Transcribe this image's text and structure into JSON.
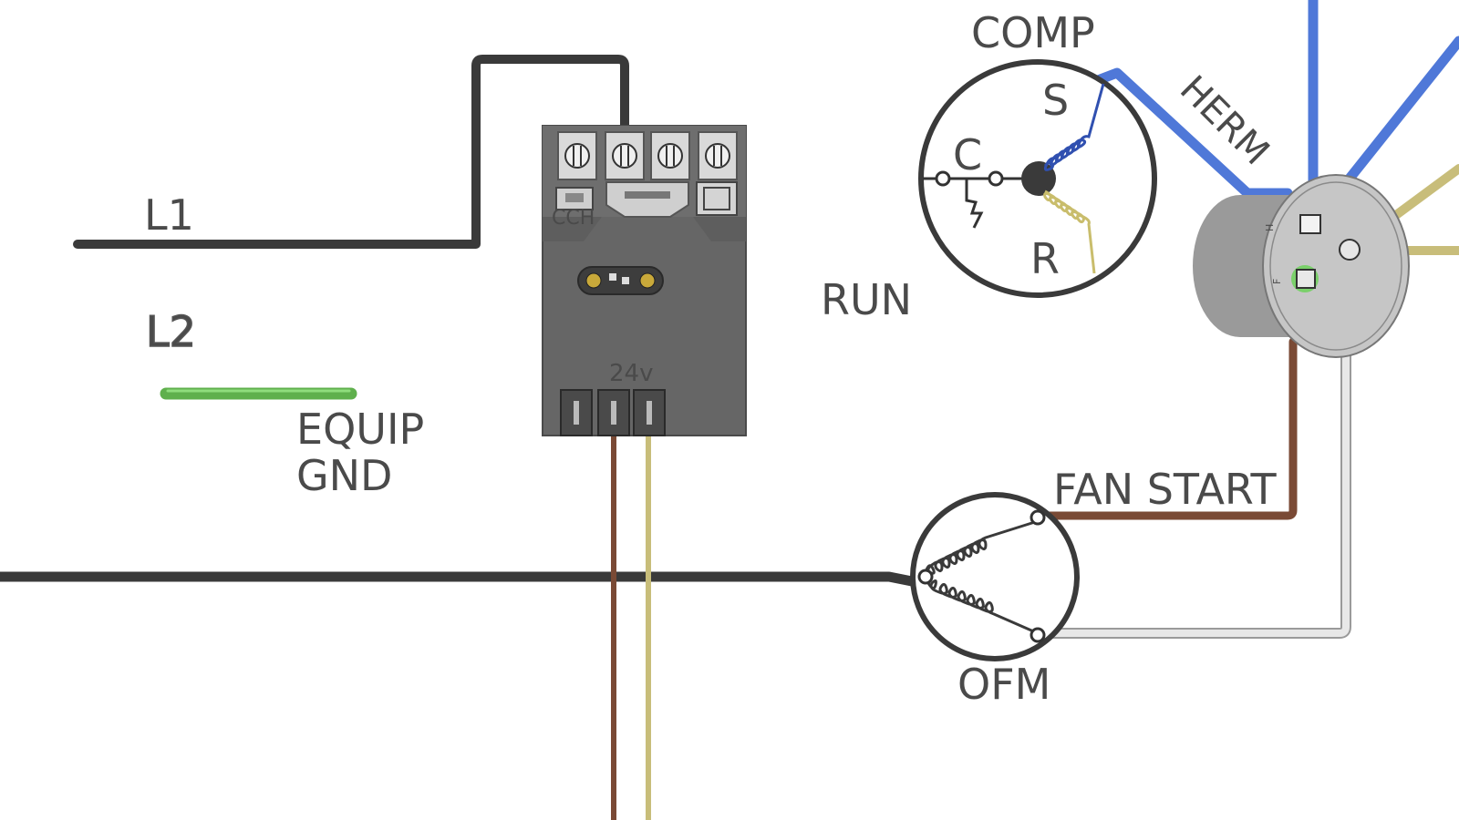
{
  "labels": {
    "l1": "L1",
    "l2": "L2",
    "equip_gnd_line1": "EQUIP",
    "equip_gnd_line2": "GND",
    "comp": "COMP",
    "herm": "HERM",
    "run": "RUN",
    "fan_start": "FAN START",
    "ofm": "OFM",
    "cch": "CCH",
    "control_voltage": "24v",
    "terminal_s": "S",
    "terminal_c": "C",
    "terminal_r": "R",
    "cap_h": "H",
    "cap_f": "F"
  },
  "colors": {
    "line_wire": "#3a3a3a",
    "ground_wire": "#6cc25a",
    "herm_wire": "#4f78d8",
    "fan_start_wire": "#7a4a35",
    "ofm_return_wire": "#dedede",
    "tan_wire": "#c8bd7a",
    "contactor_body": "#666666",
    "start_winding": "#3050b0",
    "run_winding": "#d4c878"
  }
}
